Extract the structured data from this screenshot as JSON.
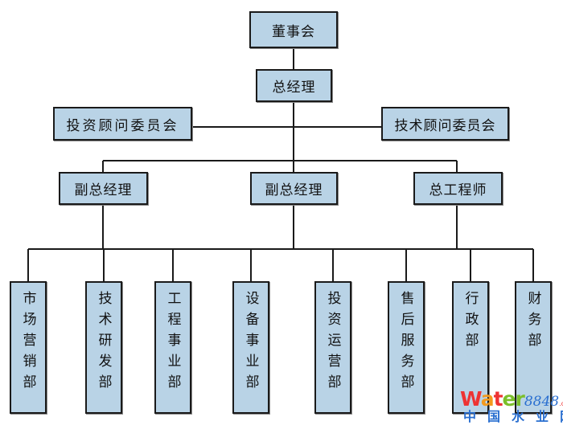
{
  "colors": {
    "box_fill": "#b9d3e6",
    "border": "#1a1a1a",
    "line": "#1a1a1a"
  },
  "top": {
    "board": "董事会",
    "gm": "总经理"
  },
  "advisors": {
    "investment": "投资顾问委员会",
    "technology": "技术顾问委员会"
  },
  "deputies": [
    "副总经理",
    "副总经理",
    "总工程师"
  ],
  "departments": [
    "市场营销部",
    "技术研发部",
    "工程事业部",
    "设备事业部",
    "投资运营部",
    "售后服务部",
    "行政部",
    "财务部"
  ],
  "watermark": {
    "brand": "water8848",
    "domain": ".com",
    "chinese": "中国水业网"
  }
}
